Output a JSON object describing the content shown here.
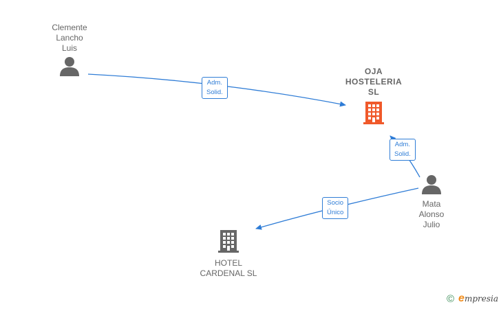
{
  "nodes": {
    "clemente": {
      "label": "Clemente\nLancho\nLuis",
      "type": "person"
    },
    "oja": {
      "label": "OJA\nHOSTELERIA\nSL",
      "type": "company-highlight"
    },
    "mata": {
      "label": "Mata\nAlonso\nJulio",
      "type": "person"
    },
    "hotel": {
      "label": "HOTEL\nCARDENAL  SL",
      "type": "company"
    }
  },
  "edges": {
    "clemente_oja": {
      "label": "Adm.\nSolid."
    },
    "mata_oja": {
      "label": "Adm.\nSolid."
    },
    "mata_hotel": {
      "label": "Socio\nÚnico"
    }
  },
  "colors": {
    "edge": "#2e7cd6",
    "person_icon": "#666666",
    "company_icon": "#666666",
    "highlight_company_icon": "#f0592a"
  },
  "footer": {
    "copyright": "©",
    "brand_initial": "e",
    "brand_rest": "mpresia"
  }
}
